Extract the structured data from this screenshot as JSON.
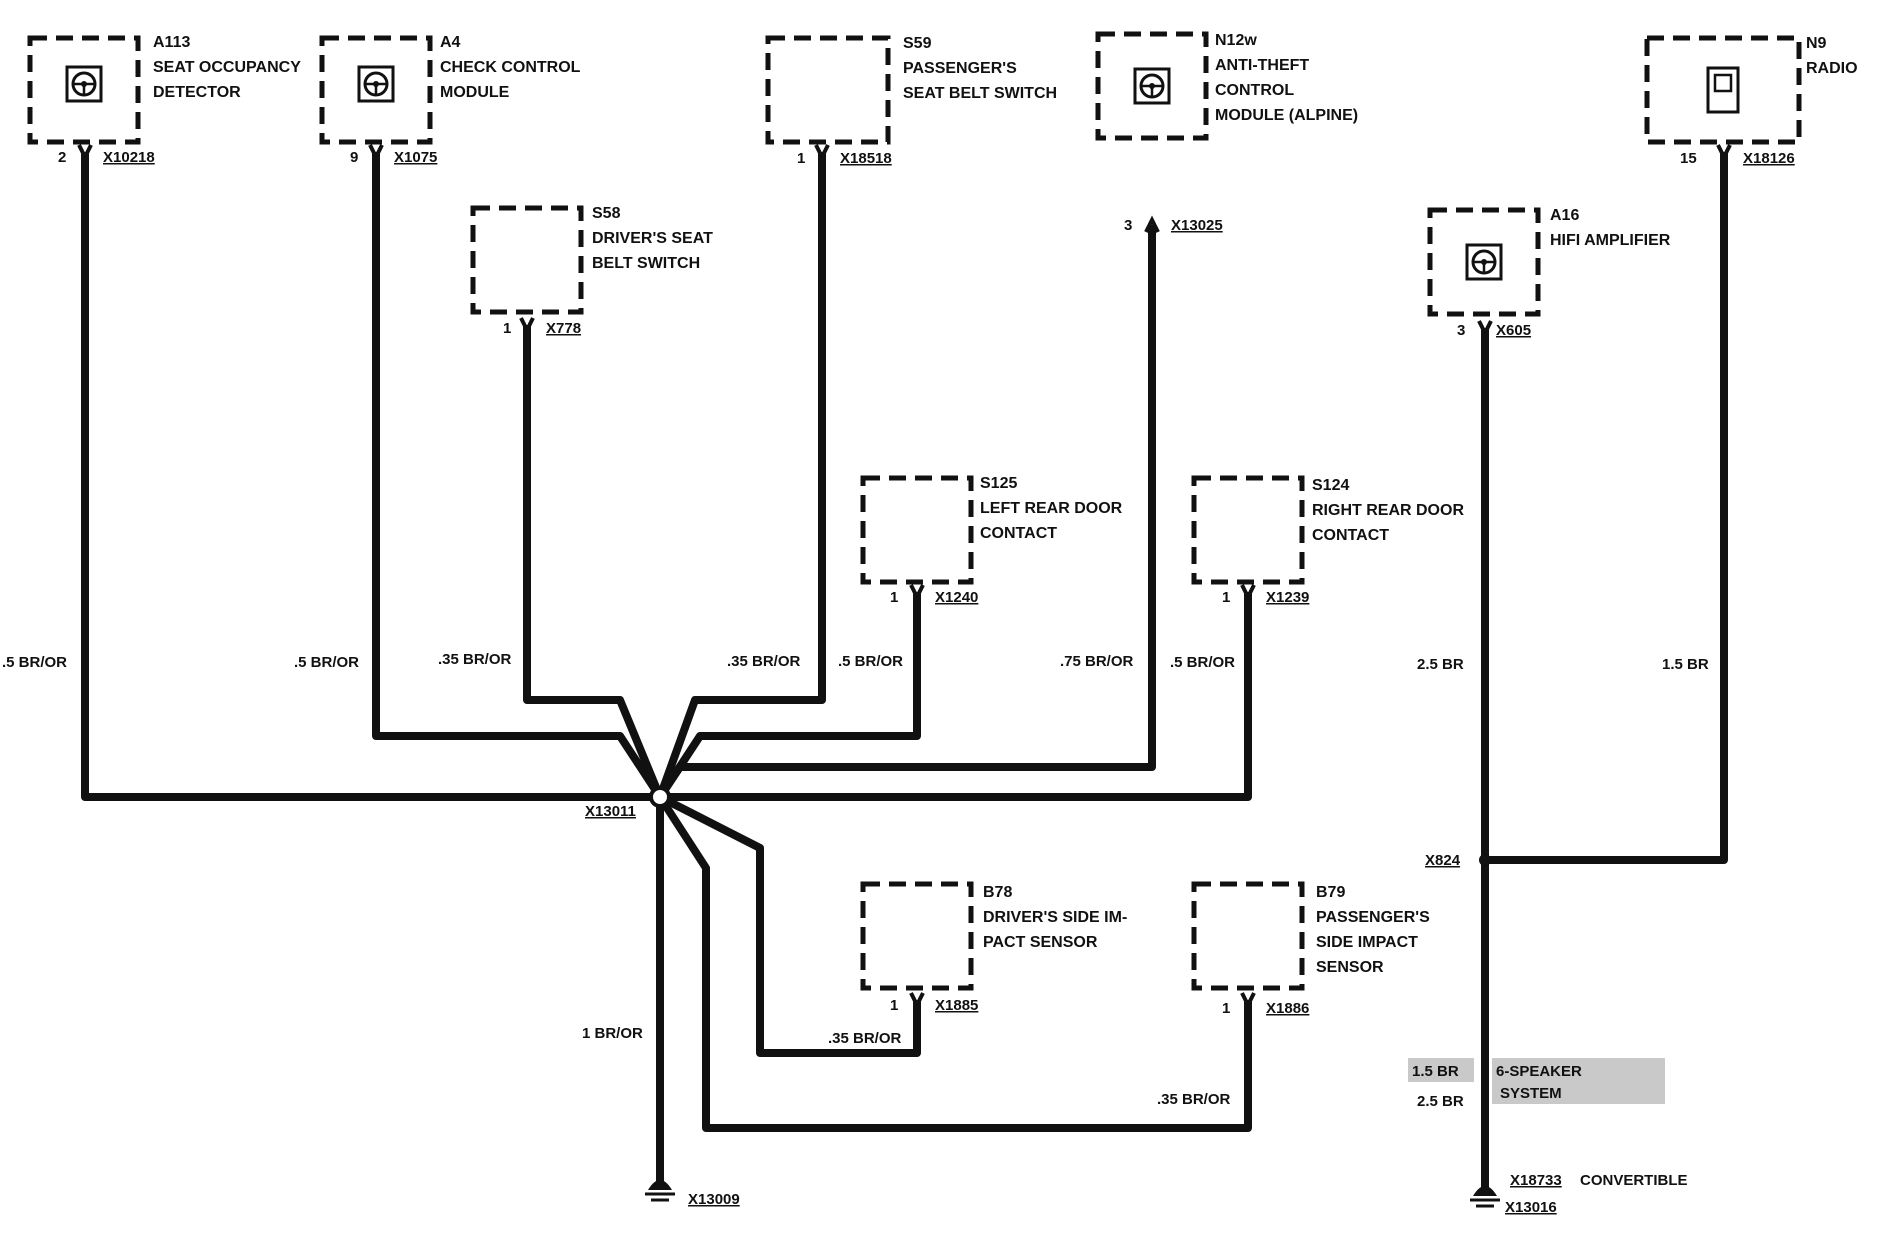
{
  "components": {
    "a113": {
      "id": "A113",
      "line1": "SEAT OCCUPANCY",
      "line2": "DETECTOR",
      "pin": "2",
      "connector": "X10218",
      "wire": ".5 BR/OR",
      "icon": "steering-wheel-icon"
    },
    "a4": {
      "id": "A4",
      "line1": "CHECK CONTROL",
      "line2": "MODULE",
      "pin": "9",
      "connector": "X1075",
      "wire": ".5 BR/OR",
      "icon": "steering-wheel-icon"
    },
    "s58": {
      "id": "S58",
      "line1": "DRIVER'S SEAT",
      "line2": "BELT SWITCH",
      "pin": "1",
      "connector": "X778",
      "wire": ".35 BR/OR"
    },
    "s59": {
      "id": "S59",
      "line1": "PASSENGER'S",
      "line2": "SEAT BELT SWITCH",
      "pin": "1",
      "connector": "X18518",
      "wire": ".35 BR/OR"
    },
    "s125": {
      "id": "S125",
      "line1": "LEFT REAR DOOR",
      "line2": "CONTACT",
      "pin": "1",
      "connector": "X1240",
      "wire": ".5 BR/OR"
    },
    "n12w": {
      "id": "N12w",
      "line1": "ANTI-THEFT",
      "line2": "CONTROL",
      "line3": "MODULE (ALPINE)",
      "pin": "3",
      "connector": "X13025",
      "wire": ".75 BR/OR",
      "icon": "steering-wheel-icon"
    },
    "s124": {
      "id": "S124",
      "line1": "RIGHT REAR DOOR",
      "line2": "CONTACT",
      "pin": "1",
      "connector": "X1239",
      "wire": ".5 BR/OR"
    },
    "b78": {
      "id": "B78",
      "line1": "DRIVER'S SIDE IM-",
      "line2": "PACT SENSOR",
      "pin": "1",
      "connector": "X1885",
      "wire": ".35 BR/OR"
    },
    "b79": {
      "id": "B79",
      "line1": "PASSENGER'S",
      "line2": "SIDE IMPACT",
      "line3": "SENSOR",
      "pin": "1",
      "connector": "X1886",
      "wire": ".35 BR/OR"
    },
    "a16": {
      "id": "A16",
      "line1": "HIFI AMPLIFIER",
      "pin": "3",
      "connector": "X605",
      "wire": "2.5 BR",
      "icon": "steering-wheel-icon"
    },
    "n9": {
      "id": "N9",
      "line1": "RADIO",
      "pin": "15",
      "connector": "X18126",
      "wire": "1.5 BR",
      "icon": "radio-icon"
    }
  },
  "splices": {
    "main": "X13011",
    "main_wire": "1 BR/OR",
    "main_ground": "X13009",
    "right": "X824",
    "right_ground": "X13016",
    "right_ground_alt": "X18733",
    "right_ground_alt_note": "CONVERTIBLE",
    "right_wire_std": "2.5 BR",
    "right_wire_alt": "1.5 BR",
    "right_alt_note_line1": "6-SPEAKER",
    "right_alt_note_line2": "SYSTEM"
  }
}
